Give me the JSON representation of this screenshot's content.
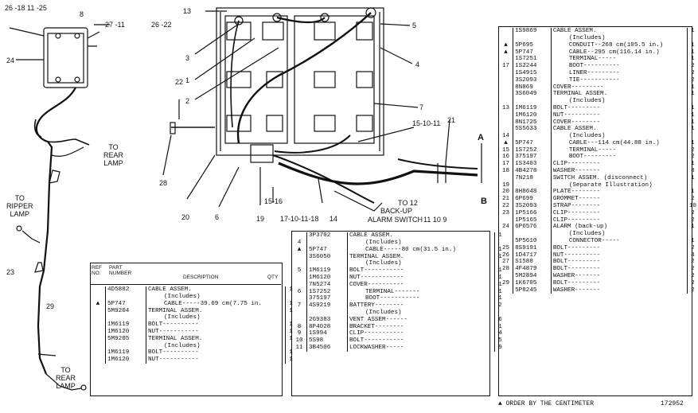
{
  "callouts": {
    "c_26_18_11_25": "26 -18 11 -25",
    "c_8": "8",
    "c_27_11": "27 -11",
    "c_24": "24",
    "c_to_rear_lamp_1": "TO\nREAR\nLAMP",
    "c_to_ripper_lamp": "TO\nRIPPER\nLAMP",
    "c_23": "23",
    "c_29": "29",
    "c_to_rear_lamp_2": "TO\nREAR\nLAMP",
    "c_13": "13",
    "c_26_22": "26 -22",
    "c_5": "5",
    "c_3": "3",
    "c_1": "1",
    "c_4": "4",
    "c_2": "2",
    "c_7": "7",
    "c_22": "22",
    "c_15_10_11": "15-10-11",
    "c_21": "21",
    "c_28": "28",
    "c_A": "A",
    "c_B": "B",
    "c_20": "20",
    "c_6": "6",
    "c_19": "19",
    "c_15_16": "15-16",
    "c_17_10_11_18": "17-10-11-18",
    "c_14": "14",
    "c_to12": "TO 12",
    "c_backup": "BACK-UP",
    "c_alarm": "ALARM SWITCH",
    "c_11_10_9": "11  10 9"
  },
  "left_table": {
    "headers": {
      "ref": "REF NO.",
      "pn": "PART NUMBER",
      "desc": "DESCRIPTION",
      "qty": "QTY"
    },
    "rows": [
      {
        "ref": "",
        "pn": "4D5882",
        "desc": "CABLE ASSEM.",
        "qty": "1"
      },
      {
        "ref": "",
        "pn": "",
        "desc": "(Includes)",
        "qty": ""
      },
      {
        "ref": "▲",
        "pn": "5P747",
        "desc": "CABLE-----39.69 cm(7.75 in.",
        "qty": "1"
      },
      {
        "ref": "",
        "pn": "5M9204",
        "desc": "TERMINAL ASSEM.",
        "qty": "1"
      },
      {
        "ref": "",
        "pn": "",
        "desc": "(Includes)",
        "qty": ""
      },
      {
        "ref": "",
        "pn": "1M6119",
        "desc": "BOLT----------",
        "qty": "1"
      },
      {
        "ref": "",
        "pn": "1M6120",
        "desc": "NUT-----------",
        "qty": "1"
      },
      {
        "ref": "",
        "pn": "5M9205",
        "desc": "TERMINAL ASSEM.",
        "qty": "1"
      },
      {
        "ref": "",
        "pn": "",
        "desc": "(Includes)",
        "qty": ""
      },
      {
        "ref": "",
        "pn": "1M6119",
        "desc": "BOLT----------",
        "qty": "1"
      },
      {
        "ref": "",
        "pn": "1M6120",
        "desc": "NUT-----------",
        "qty": "1"
      }
    ]
  },
  "middle_table": {
    "rows": [
      {
        "ref": "",
        "pn": "3P3702",
        "desc": "CABLE ASSEM.",
        "qty": "1"
      },
      {
        "ref": "4",
        "pn": "",
        "desc": "(Includes)",
        "qty": ""
      },
      {
        "ref": "▲",
        "pn": "5P747",
        "desc": "CABLE-----80 cm(31.5 in.)",
        "qty": "1"
      },
      {
        "ref": "",
        "pn": "3S6050",
        "desc": "TERMINAL ASSEM.",
        "qty": "1"
      },
      {
        "ref": "",
        "pn": "",
        "desc": "(Includes)",
        "qty": ""
      },
      {
        "ref": "5",
        "pn": "1M6119",
        "desc": "BOLT-----------",
        "qty": "1"
      },
      {
        "ref": "",
        "pn": "1M6120",
        "desc": "NUT------------",
        "qty": "1"
      },
      {
        "ref": "",
        "pn": "7N5274",
        "desc": "COVER----------",
        "qty": "1"
      },
      {
        "ref": "6",
        "pn": "1S7252",
        "desc": "TERMINAL-------",
        "qty": "1"
      },
      {
        "ref": "",
        "pn": "375197",
        "desc": "BOOT-----------",
        "qty": "1"
      },
      {
        "ref": "7",
        "pn": "4S9219",
        "desc": "BATTERY--------",
        "qty": "2"
      },
      {
        "ref": "",
        "pn": "",
        "desc": "(Includes)",
        "qty": ""
      },
      {
        "ref": "",
        "pn": "2G9383",
        "desc": "VENT ASSEM------",
        "qty": "6"
      },
      {
        "ref": "8",
        "pn": "8P4028",
        "desc": "BRACKET--------",
        "qty": "1"
      },
      {
        "ref": "9",
        "pn": "1S994",
        "desc": "CLIP-----------",
        "qty": "4"
      },
      {
        "ref": "10",
        "pn": "5S98",
        "desc": "BOLT-----------",
        "qty": "5"
      },
      {
        "ref": "11",
        "pn": "3B4506",
        "desc": "LOCKWASHER-----",
        "qty": "9"
      }
    ]
  },
  "right_table": {
    "rows": [
      {
        "ref": "",
        "pn": "1S9869",
        "desc": "CABLE ASSEM.",
        "qty": "1"
      },
      {
        "ref": "",
        "pn": "",
        "desc": "(Includes)",
        "qty": ""
      },
      {
        "ref": "▲",
        "pn": "5P695",
        "desc": "CONDUIT--268 cm(105.5 in.)",
        "qty": "1"
      },
      {
        "ref": "▲",
        "pn": "5P747",
        "desc": "CABLE--295 cm(116.14 in.)",
        "qty": "1"
      },
      {
        "ref": "",
        "pn": "1S7251",
        "desc": "TERMINAL-----",
        "qty": "1"
      },
      {
        "ref": "17",
        "pn": "1S2244",
        "desc": "BOOT----------",
        "qty": "2"
      },
      {
        "ref": "",
        "pn": "1S4915",
        "desc": "LINER---------",
        "qty": "2"
      },
      {
        "ref": "",
        "pn": "3S2093",
        "desc": "TIE-----------",
        "qty": "2"
      },
      {
        "ref": "",
        "pn": "8N869",
        "desc": "COVER---------",
        "qty": "1"
      },
      {
        "ref": "",
        "pn": "3S6049",
        "desc": "TERMINAL ASSEM.",
        "qty": "1"
      },
      {
        "ref": "",
        "pn": "",
        "desc": "(Includes)",
        "qty": ""
      },
      {
        "ref": "13",
        "pn": "1M6119",
        "desc": "BOLT---------",
        "qty": "1"
      },
      {
        "ref": "",
        "pn": "1M6120",
        "desc": "NUT----------",
        "qty": "1"
      },
      {
        "ref": "",
        "pn": "8N1725",
        "desc": "COVER--------",
        "qty": "1"
      },
      {
        "ref": "",
        "pn": "5S5633",
        "desc": "CABLE ASSEM.",
        "qty": "1"
      },
      {
        "ref": "14",
        "pn": "",
        "desc": "(Includes)",
        "qty": ""
      },
      {
        "ref": "▲",
        "pn": "5P747",
        "desc": "CABLE---114 cm(44.88 in.)",
        "qty": "1"
      },
      {
        "ref": "15",
        "pn": "1S7252",
        "desc": "TERMINAL-----",
        "qty": "2"
      },
      {
        "ref": "16",
        "pn": "375197",
        "desc": "BOOT---------",
        "qty": "2"
      },
      {
        "ref": "17",
        "pn": "1S3403",
        "desc": "CLIP---------",
        "qty": "1"
      },
      {
        "ref": "18",
        "pn": "4B4278",
        "desc": "WASHER-------",
        "qty": "3"
      },
      {
        "ref": "",
        "pn": "7N218",
        "desc": "SWITCH ASSEM. (disconnect)",
        "qty": "1"
      },
      {
        "ref": "19",
        "pn": "",
        "desc": "(Separate Illustration)",
        "qty": ""
      },
      {
        "ref": "20",
        "pn": "8H8648",
        "desc": "PLATE--------",
        "qty": "1"
      },
      {
        "ref": "21",
        "pn": "6P699",
        "desc": "GROMMET------",
        "qty": "2"
      },
      {
        "ref": "22",
        "pn": "3S2093",
        "desc": "STRAP--------",
        "qty": "10"
      },
      {
        "ref": "23",
        "pn": "1P5166",
        "desc": "CLIP---------",
        "qty": "2"
      },
      {
        "ref": "",
        "pn": "1P5165",
        "desc": "CLIP---------",
        "qty": "2"
      },
      {
        "ref": "24",
        "pn": "6P6576",
        "desc": "ALARM (back-up)",
        "qty": "1"
      },
      {
        "ref": "",
        "pn": "",
        "desc": "(Includes)",
        "qty": ""
      },
      {
        "ref": "",
        "pn": "5P5610",
        "desc": "CONNECTOR-----",
        "qty": "1"
      },
      {
        "ref": "25",
        "pn": "8S9191",
        "desc": "BOLT---------",
        "qty": "2"
      },
      {
        "ref": "26",
        "pn": "1D4717",
        "desc": "NUT----------",
        "qty": "4"
      },
      {
        "ref": "27",
        "pn": "S1588",
        "desc": "BOLT---------",
        "qty": "2"
      },
      {
        "ref": "28",
        "pn": "4F4879",
        "desc": "BOLT---------",
        "qty": "2"
      },
      {
        "ref": "",
        "pn": "5M2894",
        "desc": "WASHER-------",
        "qty": "2"
      },
      {
        "ref": "29",
        "pn": "1K6705",
        "desc": "BOLT---------",
        "qty": "2"
      },
      {
        "ref": "",
        "pn": "5P8245",
        "desc": "WASHER-------",
        "qty": "2"
      }
    ]
  },
  "footer": {
    "note": "▲ ORDER BY THE CENTIMETER",
    "fig_number": "172952"
  }
}
